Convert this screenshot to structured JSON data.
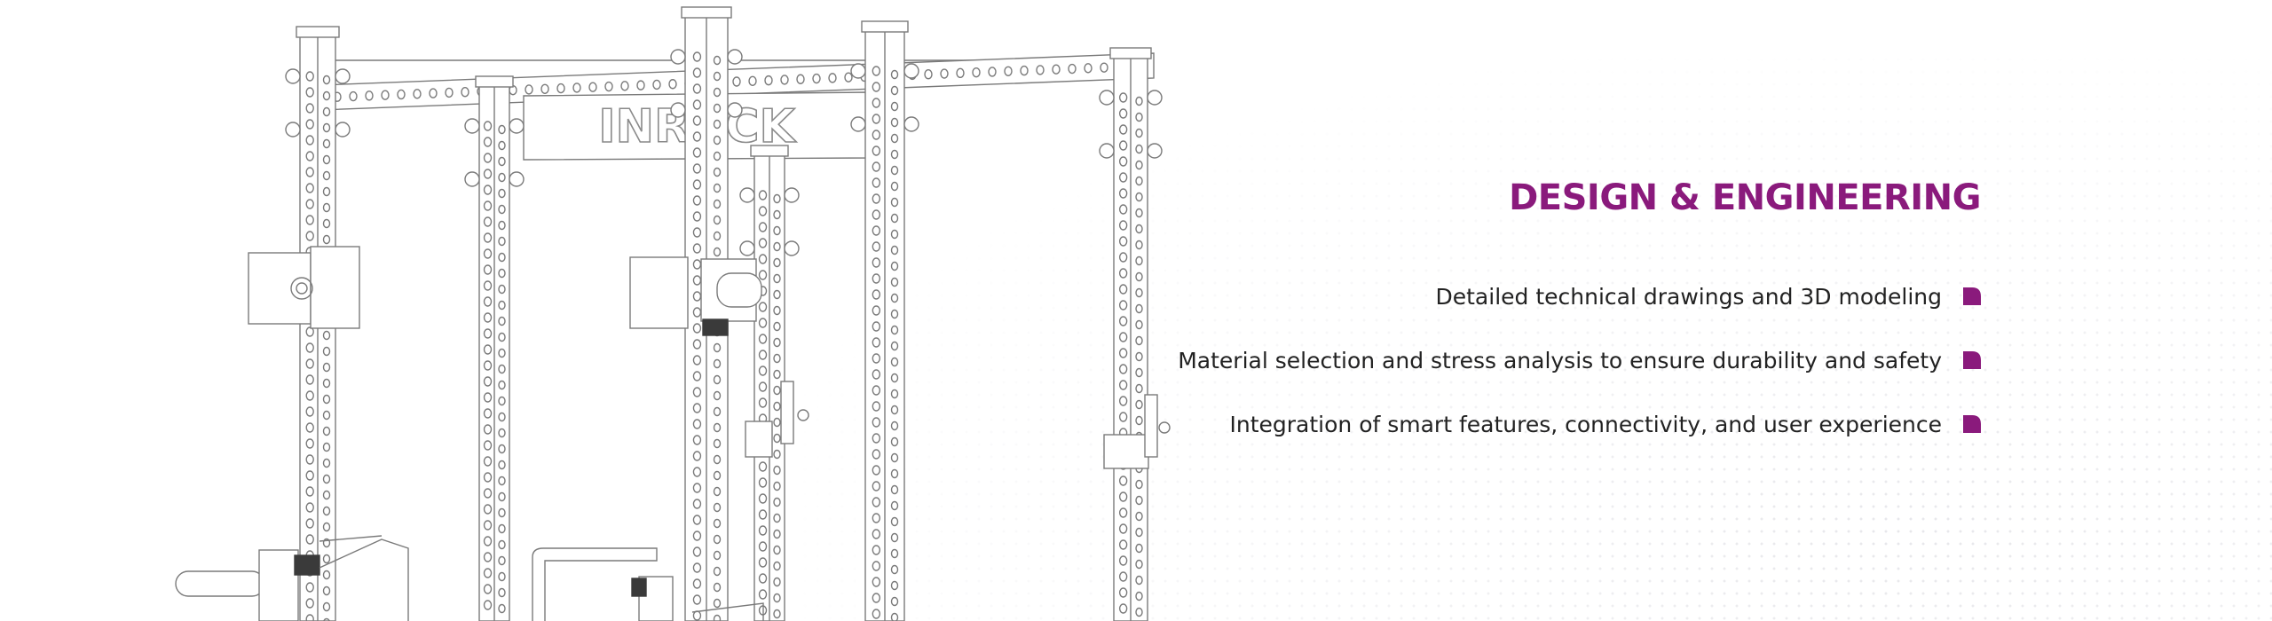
{
  "colors": {
    "accent": "#8a1a7c",
    "text": "#222222",
    "line": "#7a7a7a",
    "dots": "#e4e4e8"
  },
  "illustration": {
    "logo_text": "INRACK",
    "icon": "power-rack-line-drawing"
  },
  "section": {
    "title": "DESIGN & ENGINEERING",
    "features": [
      {
        "text": "Detailed technical drawings and 3D modeling",
        "icon": "bookmark-corner-icon"
      },
      {
        "text": "Material selection and stress analysis to ensure durability and safety",
        "icon": "bookmark-corner-icon"
      },
      {
        "text": "Integration of smart features, connectivity, and user experience",
        "icon": "bookmark-corner-icon"
      }
    ]
  }
}
